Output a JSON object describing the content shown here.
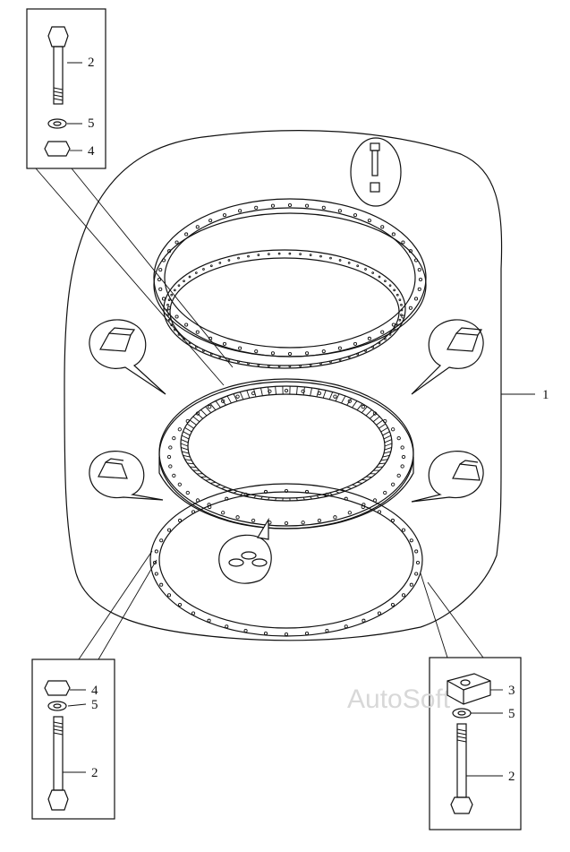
{
  "callouts": {
    "assembly": "1",
    "tl_bolt": "2",
    "tl_washer": "5",
    "tl_nut": "4",
    "bl_nut": "4",
    "bl_washer": "5",
    "bl_bolt": "2",
    "br_block": "3",
    "br_washer": "5",
    "br_bolt": "2"
  },
  "watermark": "AutoSoft",
  "colors": {
    "ink": "#111111",
    "paper": "#ffffff",
    "watermark": "#d8d8d8"
  }
}
